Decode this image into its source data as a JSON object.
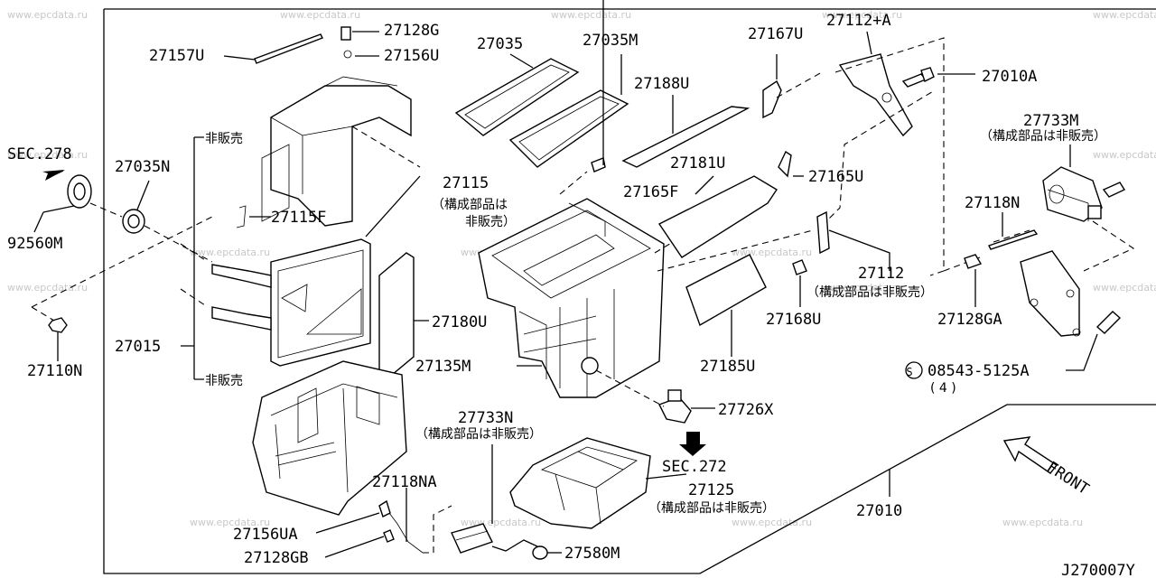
{
  "watermark": "www.epcdata.ru",
  "diagram_code": "J270007Y",
  "labels": {
    "p27128G": "27128G",
    "p27157U": "27157U",
    "p27156U": "27156U",
    "p27035": "27035",
    "p27035M": "27035M",
    "p27167U": "27167U",
    "p27112A": "27112+A",
    "p27010A": "27010A",
    "p27188U": "27188U",
    "sec278": "SEC.278",
    "p27035N": "27035N",
    "p92560M": "92560M",
    "p27115F": "27115F",
    "p27115": "27115",
    "p27181U": "27181U",
    "p27165F": "27165F",
    "p27165U": "27165U",
    "p27733M": "27733M",
    "p27118N": "27118N",
    "p27112": "27112",
    "p27168U": "27168U",
    "p27128GA": "27128GA",
    "p27180U": "27180U",
    "p27015": "27015",
    "p27110N": "27110N",
    "p27135M": "27135M",
    "p27185U": "27185U",
    "p08543": "08543-5125A",
    "p08543qty": "( 4 )",
    "s_mark": "S",
    "p27726X": "27726X",
    "p27733N": "27733N",
    "sec272": "SEC.272",
    "p27118NA": "27118NA",
    "p27125": "27125",
    "p27010": "27010",
    "p27156UA": "27156UA",
    "p27128GB": "27128GB",
    "p27580M": "27580M",
    "front": "FRONT"
  },
  "notes": {
    "not_sold_1": "非販売",
    "not_sold_2": "非販売",
    "comp_not_sold_27115_a": "（構成部品は",
    "comp_not_sold_27115_b": "非販売）",
    "comp_not_sold_27733M": "（構成部品は非販売）",
    "comp_not_sold_27112": "（構成部品は非販売）",
    "comp_not_sold_27733N": "（構成部品は非販売）",
    "comp_not_sold_27125": "（構成部品は非販売）"
  }
}
